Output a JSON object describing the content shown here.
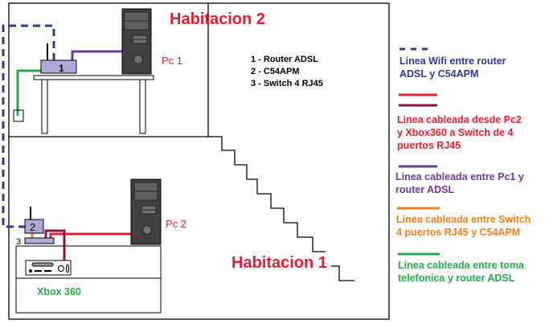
{
  "rooms": {
    "room2": "Habitacion 2",
    "room1": "Habitacion 1"
  },
  "devices": {
    "router_num": "1",
    "c54apm_num": "2",
    "switch_num": "3",
    "pc1": "Pc 1",
    "pc2": "Pc 2",
    "xbox": "Xbox 360"
  },
  "key": [
    "1 - Router ADSL",
    "2 - C54APM",
    "3 - Switch 4 RJ45"
  ],
  "legend": [
    {
      "lines": [
        "Linea Wifi entre router",
        "ADSL y C54APM"
      ],
      "color": "#303890"
    },
    {
      "lines": [
        "Linea cableada desde Pc2",
        "y Xbox360 a Switch de 4",
        "puertos RJ45"
      ],
      "color": "#e02030"
    },
    {
      "lines": [
        "Linea cableada entre Pc1 y",
        "router ADSL"
      ],
      "color": "#6a3a98"
    },
    {
      "lines": [
        "Linea cableada entre Switch",
        "4 puertos RJ45 y C54APM"
      ],
      "color": "#f08020"
    },
    {
      "lines": [
        "Linea cableada entre toma",
        "telefonica y router ADSL"
      ],
      "color": "#28a850"
    }
  ],
  "colors": {
    "wifi": "#303890",
    "red": "#e02030",
    "darkred": "#8a1040",
    "purple": "#6a3a98",
    "orange": "#f08020",
    "green": "#28a850",
    "device": "#b0a8d8",
    "tower": "#404040"
  }
}
